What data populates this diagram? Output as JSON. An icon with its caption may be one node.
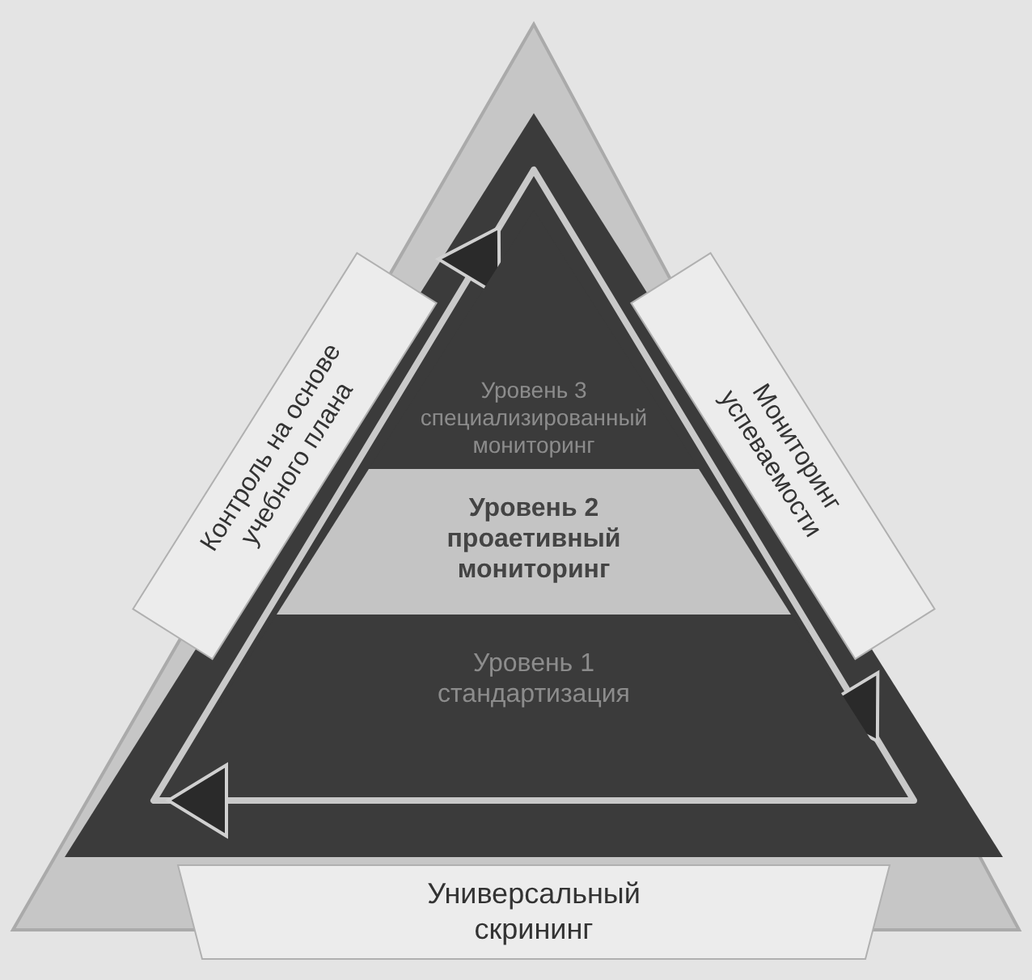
{
  "diagram": {
    "nodes": [
      {
        "text": [
          "Уровень 3 специализированный мониторинг"
        ]
      },
      {
        "text": [
          "Уровень 2 проаетивный мониторинг"
        ]
      },
      {
        "text": [
          "Уровень 1 стандартизация"
        ]
      },
      {
        "text": [
          "Контроль на основе учебного плана"
        ]
      },
      {
        "text": [
          "Мониторинг успеваемости"
        ]
      },
      {
        "text": [
          "Универсальный скрининг"
        ]
      }
    ]
  }
}
